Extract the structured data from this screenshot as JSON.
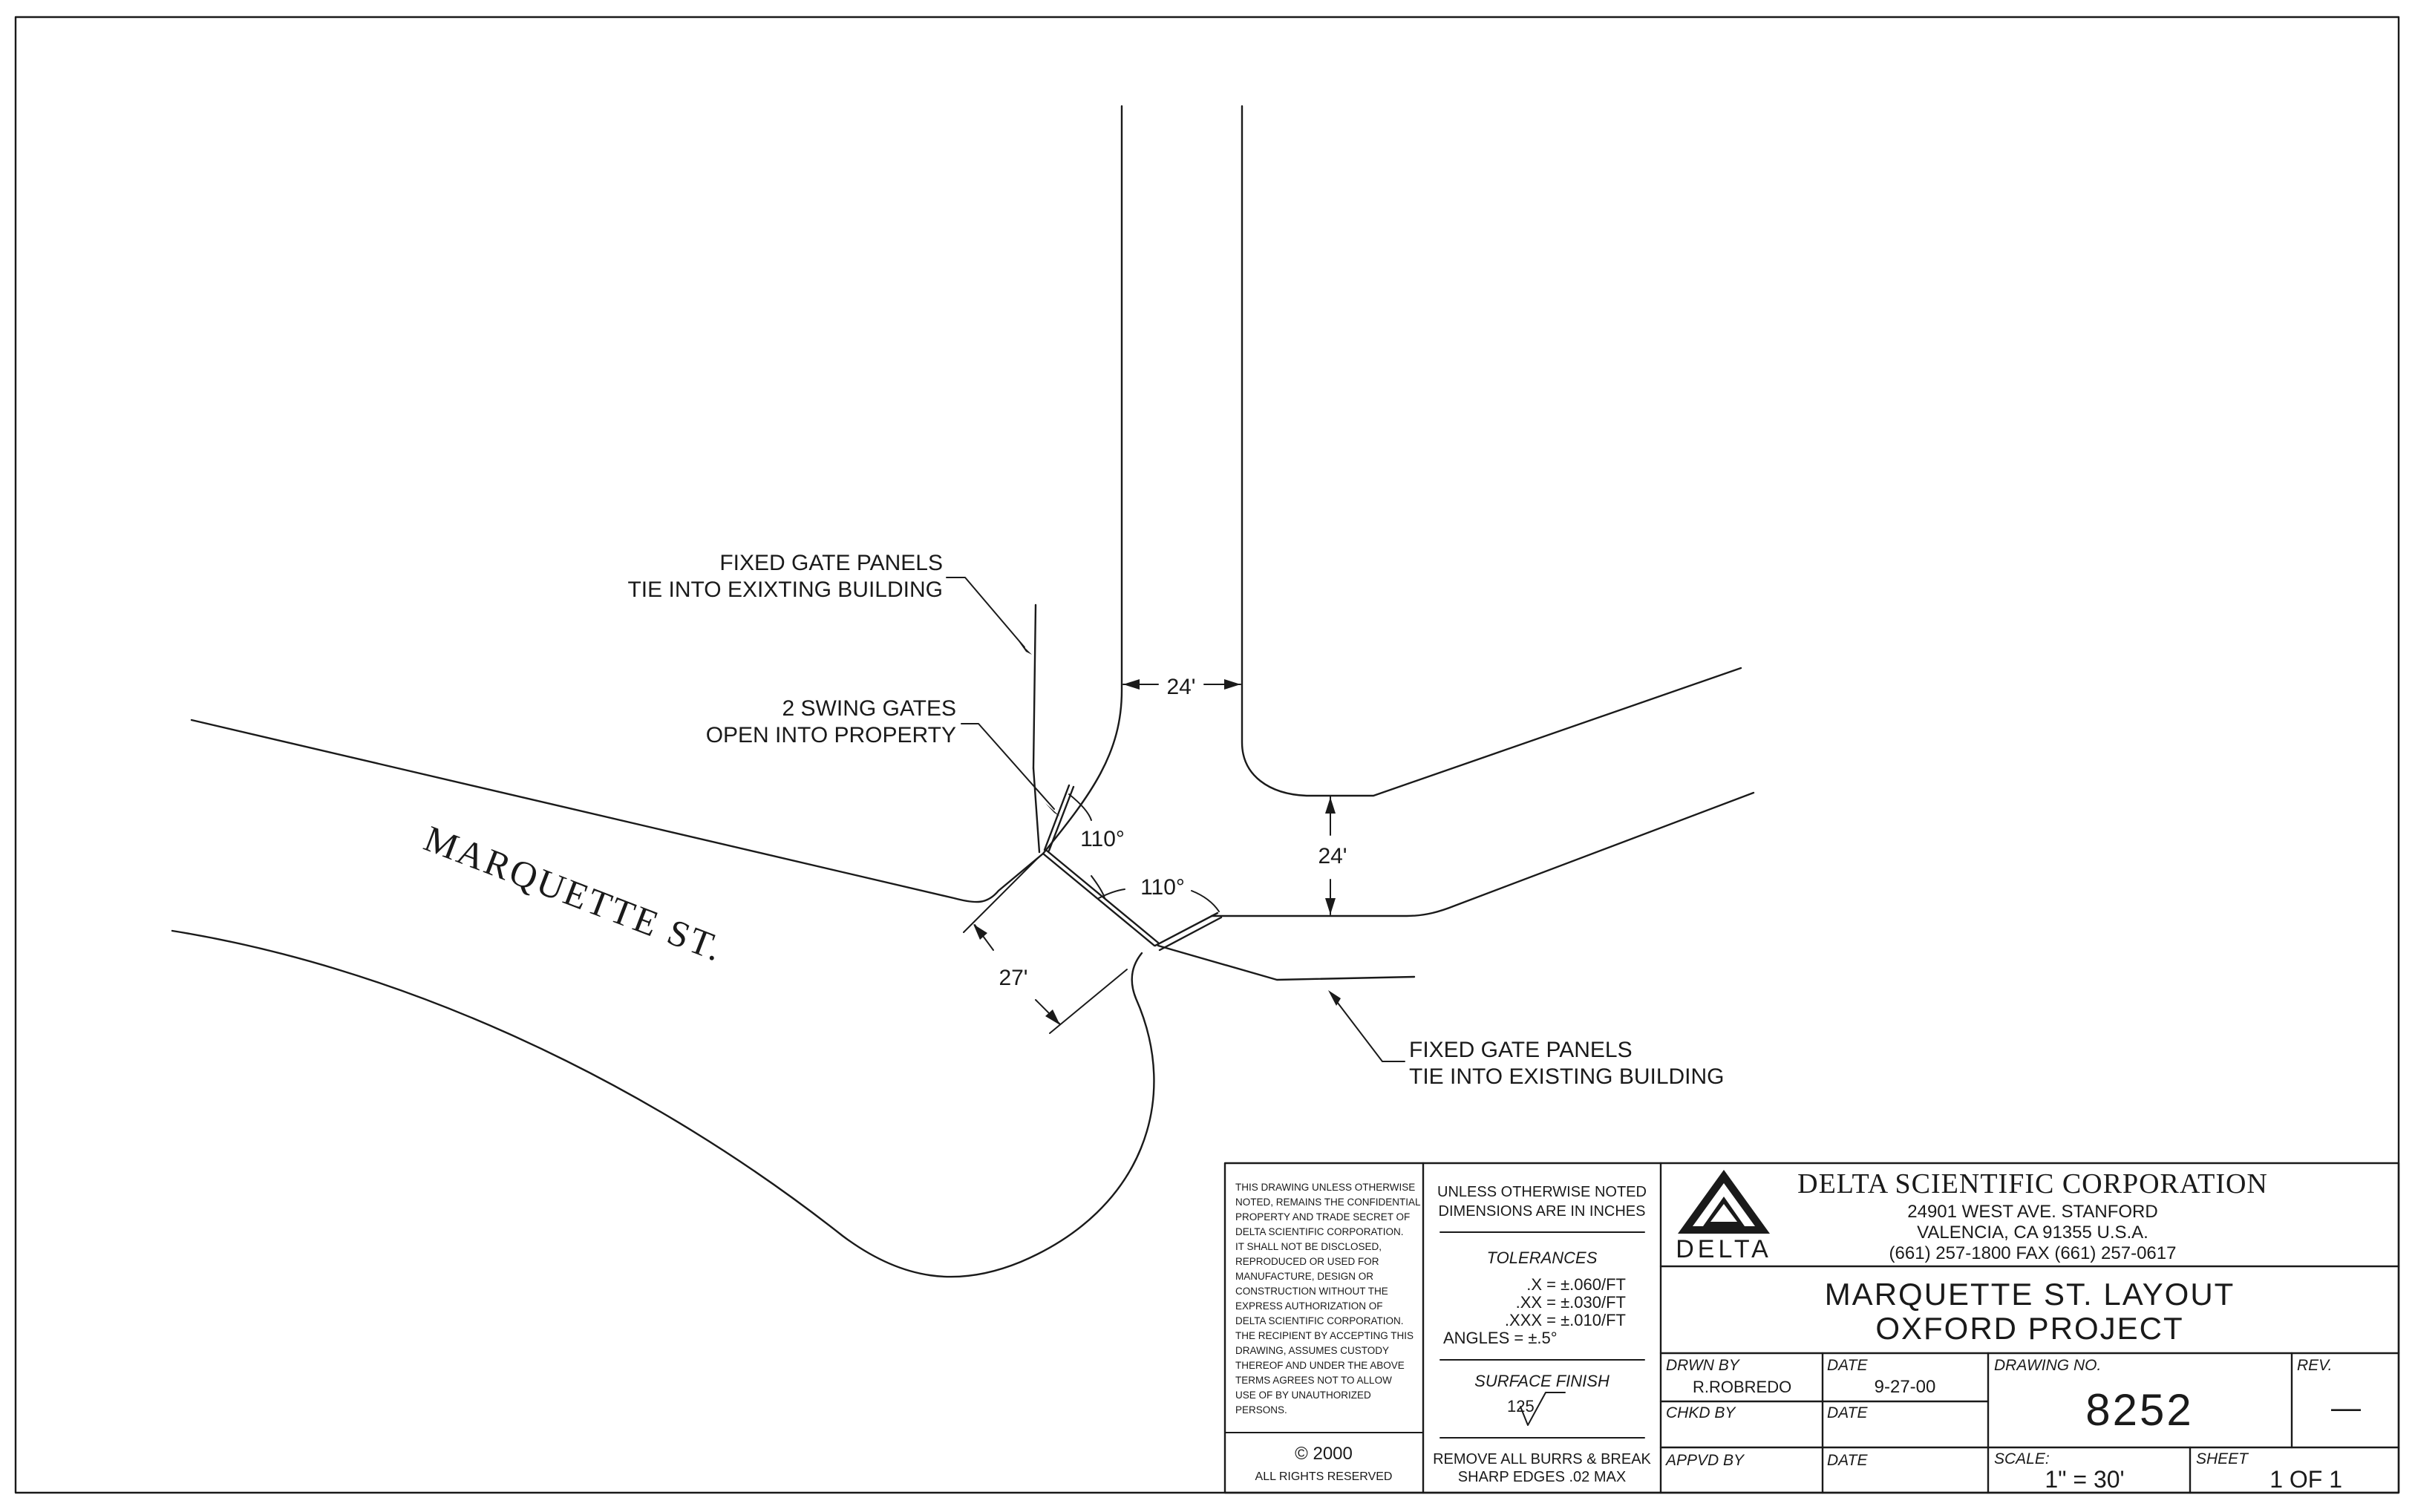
{
  "drawing": {
    "street_name": "MARQUETTE ST.",
    "dimensions": {
      "driveway_width": "24'",
      "side_road_width": "24'",
      "gate_opening": "27'",
      "gate_angle_left": "110°",
      "gate_angle_right": "110°"
    },
    "notes": {
      "fixed_top_line1": "FIXED GATE PANELS",
      "fixed_top_line2": "TIE INTO EXIXTING BUILDING",
      "swing_line1": "2 SWING GATES",
      "swing_line2": "OPEN INTO PROPERTY",
      "fixed_bottom_line1": "FIXED GATE PANELS",
      "fixed_bottom_line2": "TIE INTO EXISTING BUILDING"
    }
  },
  "title_block": {
    "confidentiality": [
      "THIS DRAWING UNLESS OTHERWISE",
      "NOTED, REMAINS THE CONFIDENTIAL",
      "PROPERTY AND TRADE SECRET OF",
      "DELTA SCIENTIFIC CORPORATION.",
      "IT SHALL NOT BE DISCLOSED,",
      "REPRODUCED OR USED FOR",
      "MANUFACTURE, DESIGN OR",
      "CONSTRUCTION WITHOUT THE",
      "EXPRESS AUTHORIZATION OF",
      "DELTA SCIENTIFIC CORPORATION.",
      "THE RECIPIENT BY ACCEPTING THIS",
      "DRAWING, ASSUMES CUSTODY",
      "THEREOF AND UNDER THE ABOVE",
      "TERMS AGREES NOT TO ALLOW",
      "USE OF BY UNAUTHORIZED",
      "PERSONS."
    ],
    "copyright": "© 2000",
    "rights": "ALL RIGHTS RESERVED",
    "units_line1": "UNLESS OTHERWISE NOTED",
    "units_line2": "DIMENSIONS ARE IN INCHES",
    "tolerances_title": "TOLERANCES",
    "tol_x": ".X  =  ±.060/FT",
    "tol_xx": ".XX  =  ±.030/FT",
    "tol_xxx": ".XXX  =  ±.010/FT",
    "tol_angles": "ANGLES  =  ±.5°",
    "surface_finish_title": "SURFACE FINISH",
    "surface_finish_value": "125",
    "burrs_line1": "REMOVE ALL BURRS & BREAK",
    "burrs_line2": "SHARP EDGES .02 MAX",
    "logo_text": "DELTA",
    "company_name": "DELTA SCIENTIFIC CORPORATION",
    "address_line1": "24901 WEST AVE. STANFORD",
    "address_line2": "VALENCIA, CA 91355 U.S.A.",
    "phone_line": "(661) 257-1800 FAX (661) 257-0617",
    "title_line1": "MARQUETTE ST. LAYOUT",
    "title_line2": "OXFORD PROJECT",
    "drawn_by_label": "DRWN BY",
    "drawn_by_value": "R.ROBREDO",
    "date_label": "DATE",
    "date_value": "9-27-00",
    "checked_by_label": "CHKD BY",
    "approved_by_label": "APPVD BY",
    "drawing_no_label": "DRAWING NO.",
    "drawing_no_value": "8252",
    "rev_label": "REV.",
    "rev_value": "—",
    "scale_label": "SCALE:",
    "scale_value": "1\"  =  30'",
    "sheet_label": "SHEET",
    "sheet_value": "1  OF  1"
  }
}
